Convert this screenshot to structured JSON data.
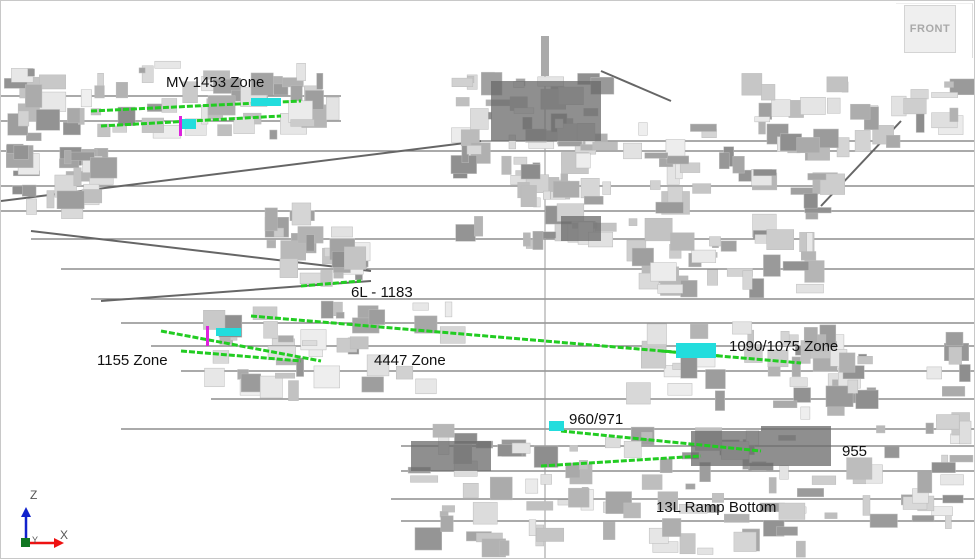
{
  "viewcube": {
    "face": "FRONT"
  },
  "axes": {
    "z": "Z",
    "x": "X",
    "y": "Y"
  },
  "labels": [
    {
      "id": "mv-1453-zone",
      "text": "MV 1453 Zone"
    },
    {
      "id": "6l-1183",
      "text": "6L - 1183"
    },
    {
      "id": "1155-zone",
      "text": "1155 Zone"
    },
    {
      "id": "4447-zone",
      "text": "4447 Zone"
    },
    {
      "id": "1090-1075-zone",
      "text": "1090/1075 Zone"
    },
    {
      "id": "960-971",
      "text": "960/971"
    },
    {
      "id": "955",
      "text": "955"
    },
    {
      "id": "13l-ramp-bottom",
      "text": "13L Ramp Bottom"
    }
  ],
  "colors": {
    "drift": "#22cc22",
    "zone_marker": "#22dddd",
    "magenta": "#dd22dd",
    "stope": "#9a9a9a",
    "level": "#555555"
  }
}
